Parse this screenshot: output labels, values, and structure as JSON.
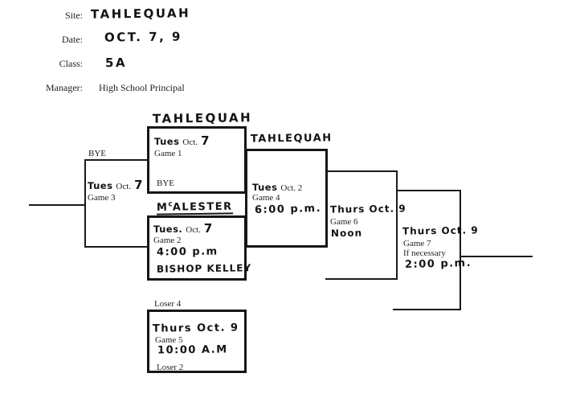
{
  "colors": {
    "paper": "#ffffff",
    "ink": "#1a1a1a"
  },
  "header": {
    "site": {
      "label": "Site:",
      "value": "TAHLEQUAH"
    },
    "date": {
      "label": "Date:",
      "value": "OCT. 7, 9"
    },
    "class": {
      "label": "Class:",
      "value": "5A"
    },
    "manager": {
      "label": "Manager:",
      "value": "High School Principal"
    }
  },
  "bracket": {
    "bye_top": "BYE",
    "game3": {
      "day": "Tues",
      "month": "Oct.",
      "daynum": "7",
      "name": "Game 3"
    },
    "game1": {
      "team": "TAHLEQUAH",
      "day": "Tues",
      "month": "Oct.",
      "daynum": "7",
      "name": "Game 1",
      "bye": "BYE"
    },
    "game2": {
      "team_start": "M",
      "team_sup": "c",
      "team_end": "ALESTER",
      "day": "Tues.",
      "month": "Oct.",
      "daynum": "7",
      "name": "Game 2",
      "time": "4:00 p.m",
      "opponent": "BISHOP KELLEY"
    },
    "game4": {
      "team": "TAHLEQUAH",
      "day": "Tues",
      "printed_date": "Oct. 2",
      "name": "Game 4",
      "time": "6:00 p.m."
    },
    "game5": {
      "loser_top": "Loser 4",
      "date": "Thurs Oct. 9",
      "name": "Game 5",
      "time": "10:00 A.M",
      "loser_bottom": "Loser 2"
    },
    "game6": {
      "date": "Thurs Oct. 9",
      "name": "Game 6",
      "time": "Noon"
    },
    "game7": {
      "date": "Thurs Oct. 9",
      "name": "Game 7",
      "note": "If necessary",
      "time": "2:00 p.m."
    }
  }
}
